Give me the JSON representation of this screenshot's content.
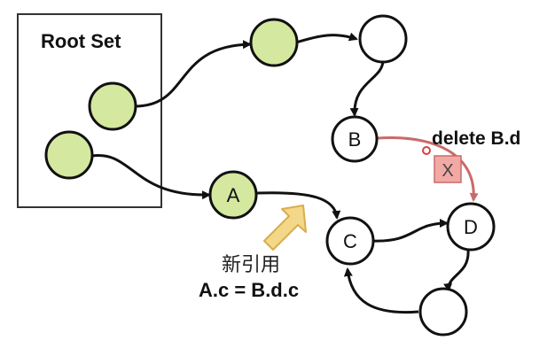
{
  "root_set": {
    "title": "Root Set"
  },
  "nodes": {
    "a": {
      "label": "A"
    },
    "b": {
      "label": "B"
    },
    "c": {
      "label": "C"
    },
    "d": {
      "label": "D"
    }
  },
  "annotations": {
    "delete_label": "delete B.d",
    "delete_mark": "X",
    "new_ref_title": "新引用",
    "new_ref_expr": "A.c = B.d.c"
  },
  "colors": {
    "reachable_fill": "#d4e8a0",
    "plain_fill": "#ffffff",
    "edge": "#111111",
    "deleted_edge": "#c96a6a",
    "delete_box_fill": "#f2a9a6",
    "arrow_hint_fill": "#f4d889",
    "arrow_hint_stroke": "#d9ad4c"
  },
  "icons": {
    "new_ref_hint": "up-right-arrow-icon",
    "delete_mark": "x-mark-icon"
  }
}
